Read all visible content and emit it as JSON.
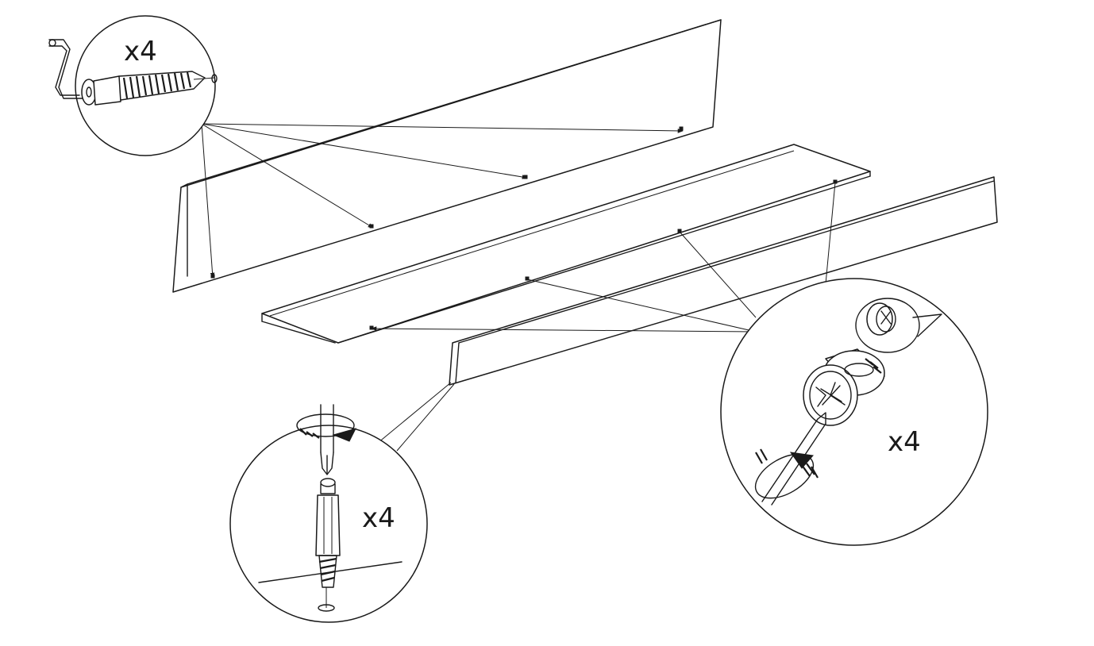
{
  "callouts": {
    "wood_screw": {
      "quantity_label": "x4",
      "icon": "cam-bolt-screw-icon"
    },
    "cam_dowel": {
      "quantity_label": "x4",
      "icon": "cam-dowel-icon"
    },
    "cam_lock": {
      "quantity_label": "x4",
      "icon": "cam-lock-icon"
    }
  },
  "colors": {
    "ink": "#1a1a1a",
    "paper": "#ffffff"
  }
}
